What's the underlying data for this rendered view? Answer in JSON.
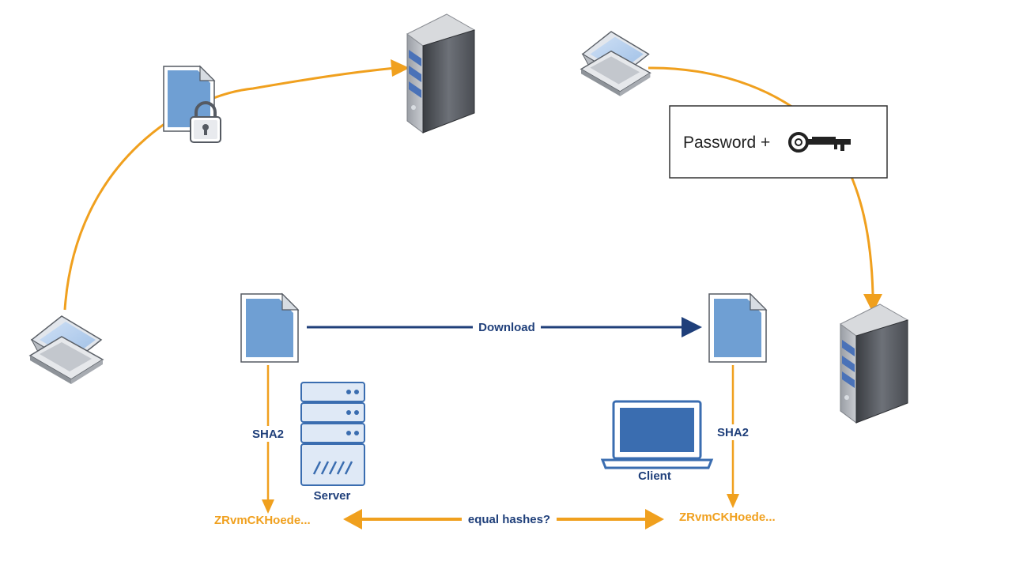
{
  "labels": {
    "password": "Password +",
    "download": "Download",
    "sha2_left": "SHA2",
    "sha2_right": "SHA2",
    "server": "Server",
    "client": "Client",
    "hash_left": "ZRvmCKHoede...",
    "hash_right": "ZRvmCKHoede...",
    "compare": "equal hashes?"
  },
  "colors": {
    "orange": "#f0a01e",
    "navy": "#1f3f7a",
    "doc_blue": "#6f9fd3",
    "server_outline": "#3a6db0"
  },
  "icons": [
    "laptop-icon",
    "locked-document-icon",
    "server-icon",
    "key-icon",
    "document-icon",
    "flat-server-icon",
    "flat-laptop-icon"
  ]
}
